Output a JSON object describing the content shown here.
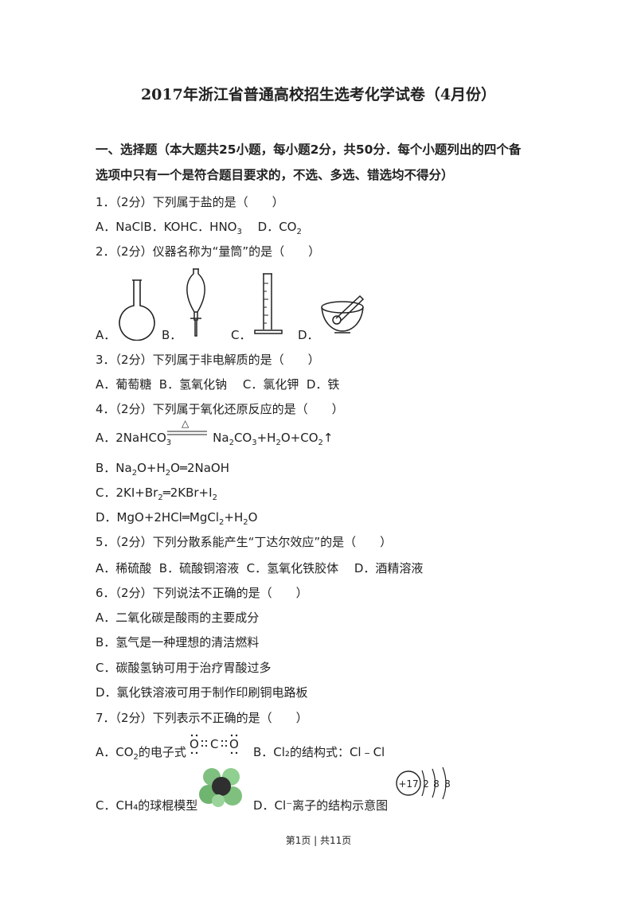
{
  "title": "2017年浙江省普通高校招生选考化学试卷（4月份）",
  "section": {
    "line1": "一、选择题（本大题共25小题，每小题2分，共50分．每个小题列出的四个备",
    "line2": "选项中只有一个是符合题目要求的，不选、多选、错选均不得分）"
  },
  "q1": {
    "stem": "1．（2分）下列属于盐的是（　　）"
  },
  "q2": {
    "stem": "2．（2分）仪器名称为“量筒”的是（　　）",
    "labels": [
      "A．",
      "B．",
      "C．",
      "D．"
    ]
  },
  "q3": {
    "stem": "3．（2分）下列属于非电解质的是（　　）",
    "options": "A．葡萄糖  B．氢氧化钠　 C．氯化钾  D．铁"
  },
  "q4": {
    "stem": "4．（2分）下列属于氧化还原反应的是（　　）",
    "triangle": "△"
  },
  "q5": {
    "stem": "5．（2分）下列分散系能产生“丁达尔效应”的是（　　）",
    "options": "A．稀硫酸  B．硫酸铜溶液  C．氢氧化铁胶体　 D．酒精溶液"
  },
  "q6": {
    "stem": "6．（2分）下列说法不正确的是（　　）",
    "a": "A．二氧化碳是酸雨的主要成分",
    "b": "B．氢气是一种理想的清洁燃料",
    "c": "C．碳酸氢钠可用于治疗胃酸过多",
    "d": "D．氯化铁溶液可用于制作印刷铜电路板"
  },
  "q7": {
    "stem": "7．（2分）下列表示不正确的是（　　）",
    "b_text": "B．Cl₂的结构式：Cl﹣Cl",
    "c_text": "C．CH₄的球棍模型",
    "d_text": "D．Cl⁻离子的结构示意图",
    "nucleus": "+17",
    "shells": [
      "2",
      "8",
      "8"
    ]
  },
  "footer": "第1页 | 共11页"
}
